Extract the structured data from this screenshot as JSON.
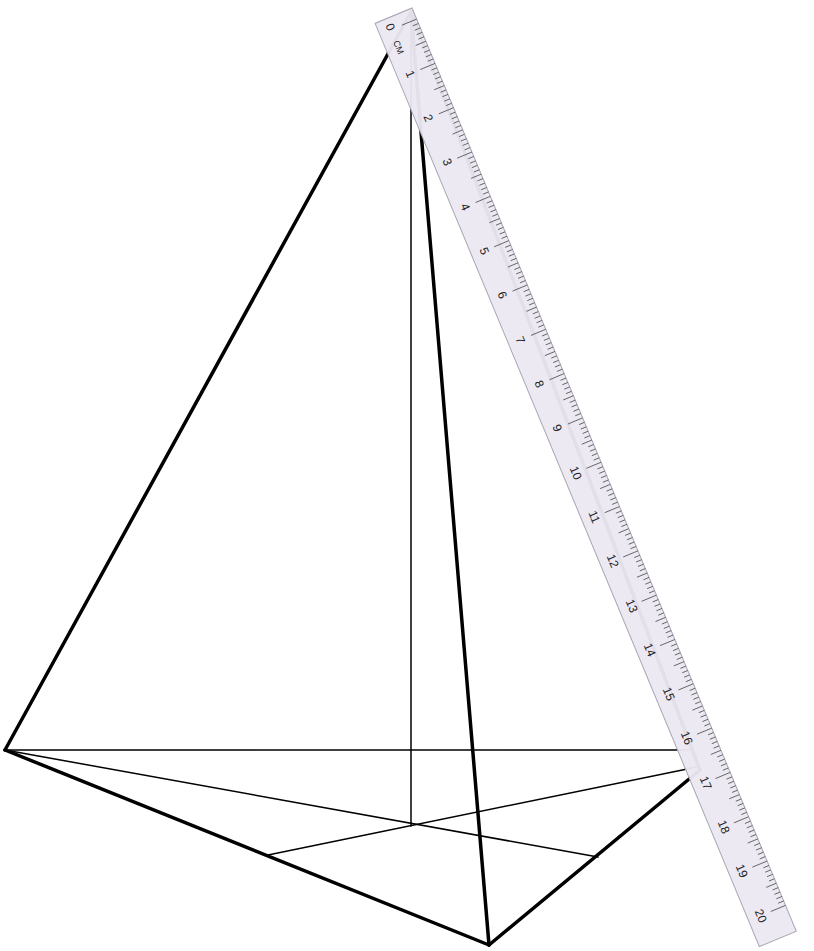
{
  "diagram": {
    "labels": [
      "0",
      "CM",
      "1",
      "2",
      "3",
      "4",
      "5",
      "6",
      "7",
      "8",
      "9",
      "10",
      "11",
      "12",
      "13",
      "14",
      "15",
      "16",
      "17",
      "18",
      "19",
      "20"
    ]
  }
}
